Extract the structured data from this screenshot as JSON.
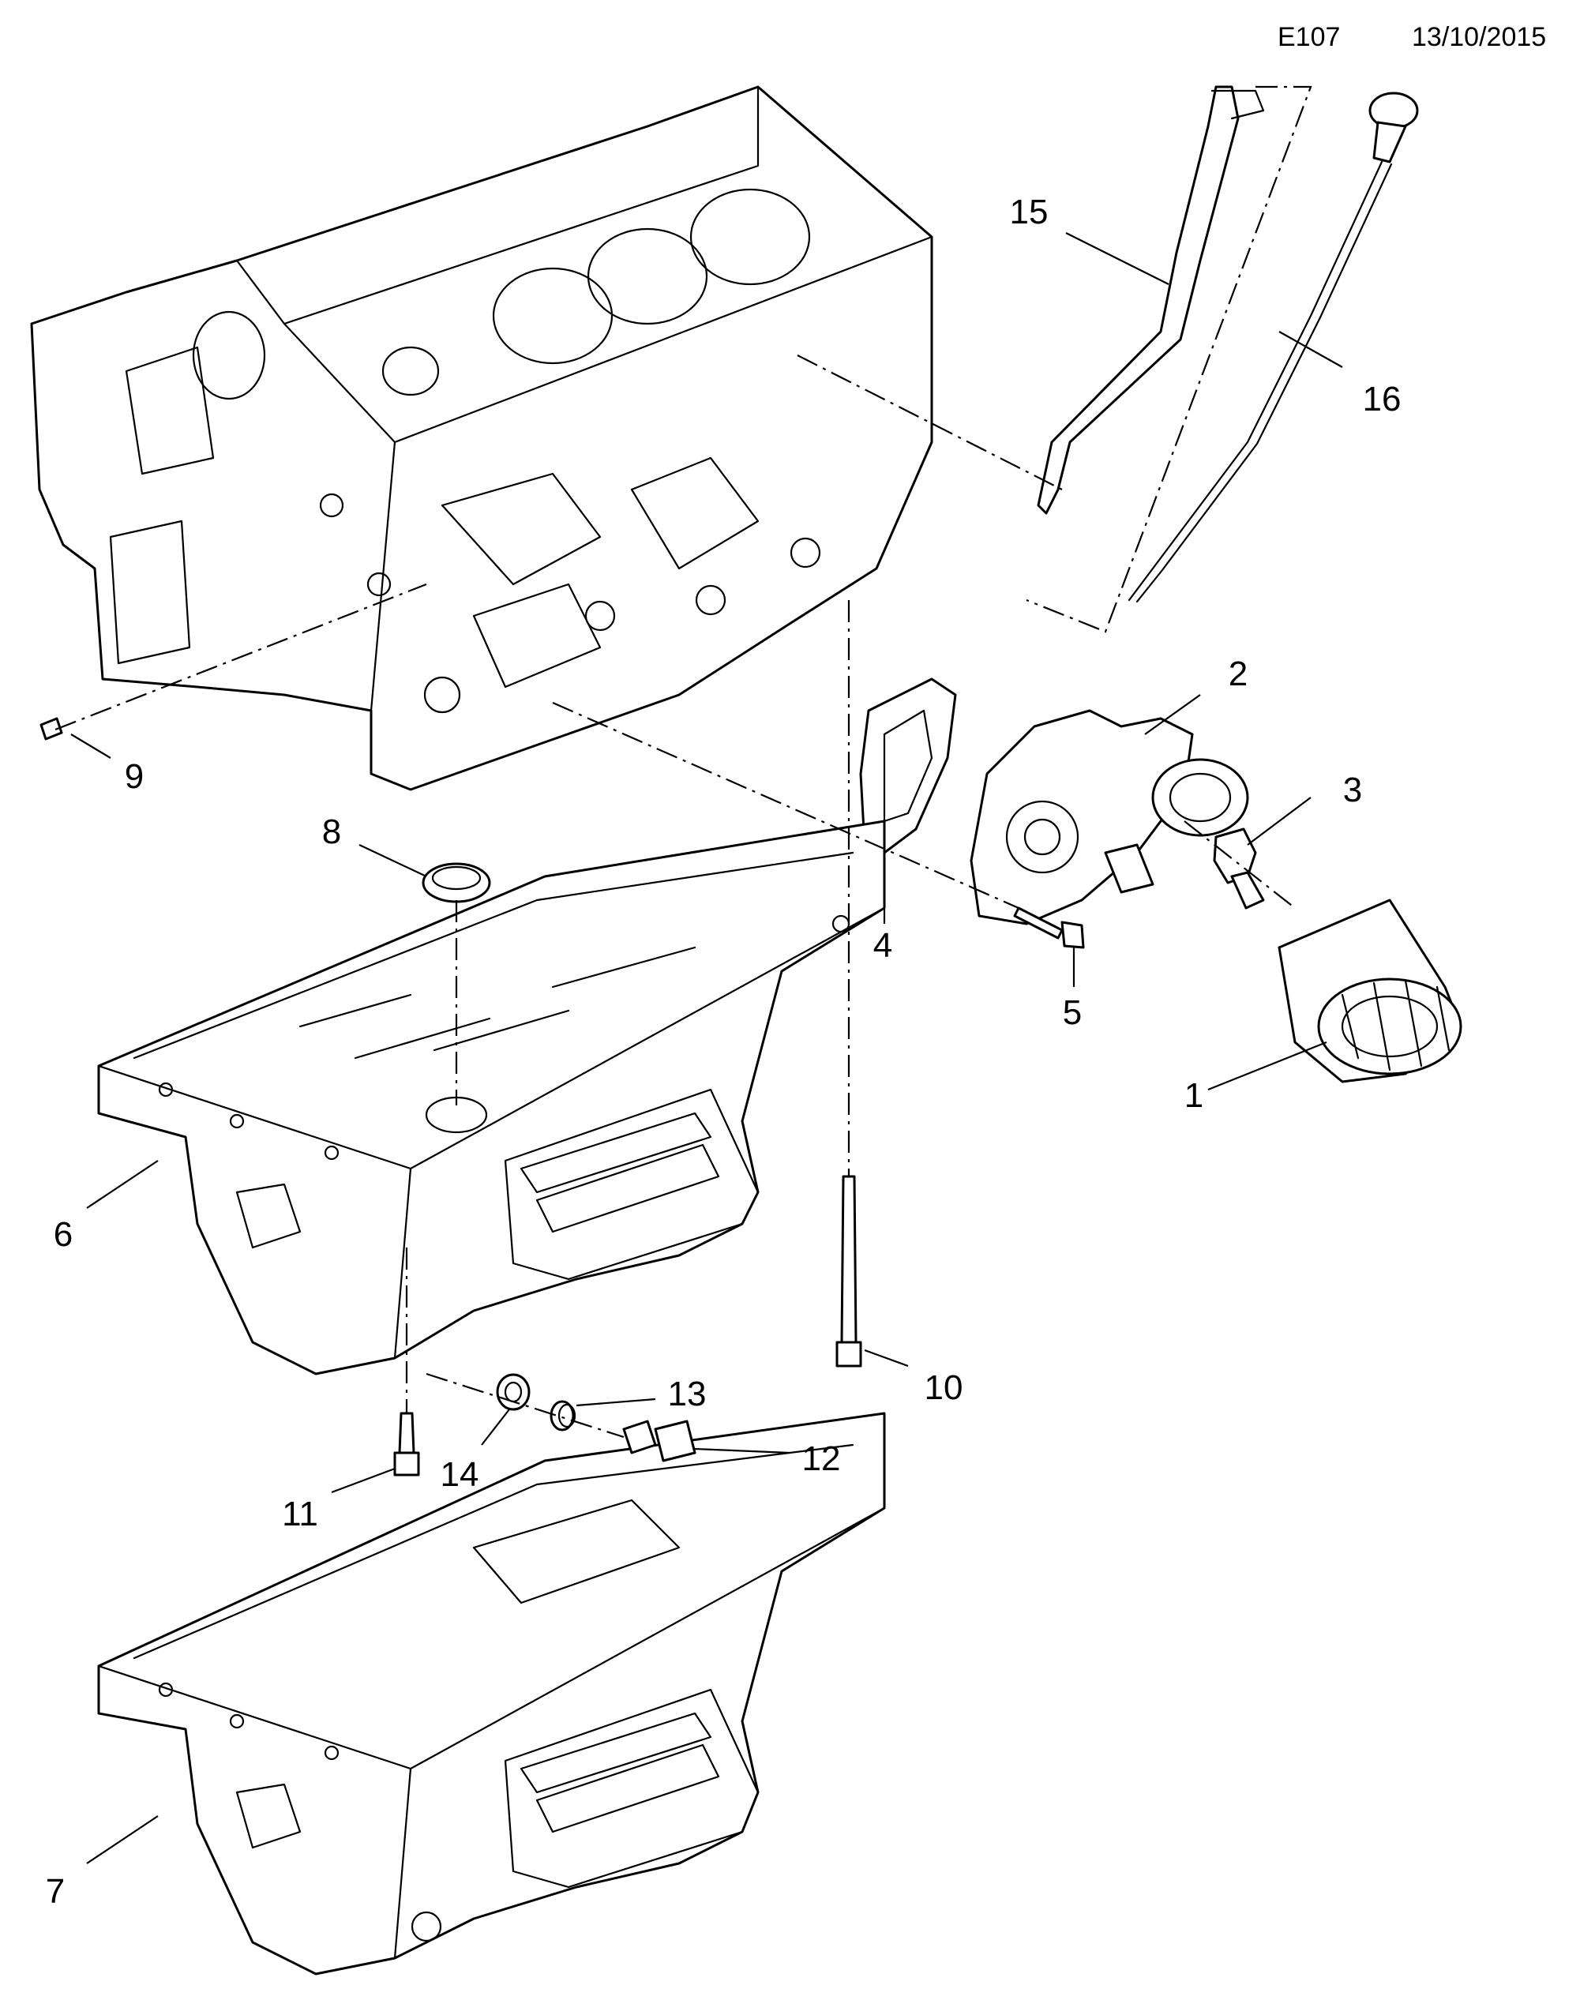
{
  "header": {
    "code": "E107",
    "date": "13/10/2015"
  },
  "callouts": {
    "c1": "1",
    "c2": "2",
    "c3": "3",
    "c4": "4",
    "c5": "5",
    "c6": "6",
    "c7": "7",
    "c8": "8",
    "c9": "9",
    "c10": "10",
    "c11": "11",
    "c12": "12",
    "c13": "13",
    "c14": "14",
    "c15": "15",
    "c16": "16"
  },
  "colors": {
    "line": "#000000",
    "background": "#ffffff"
  }
}
